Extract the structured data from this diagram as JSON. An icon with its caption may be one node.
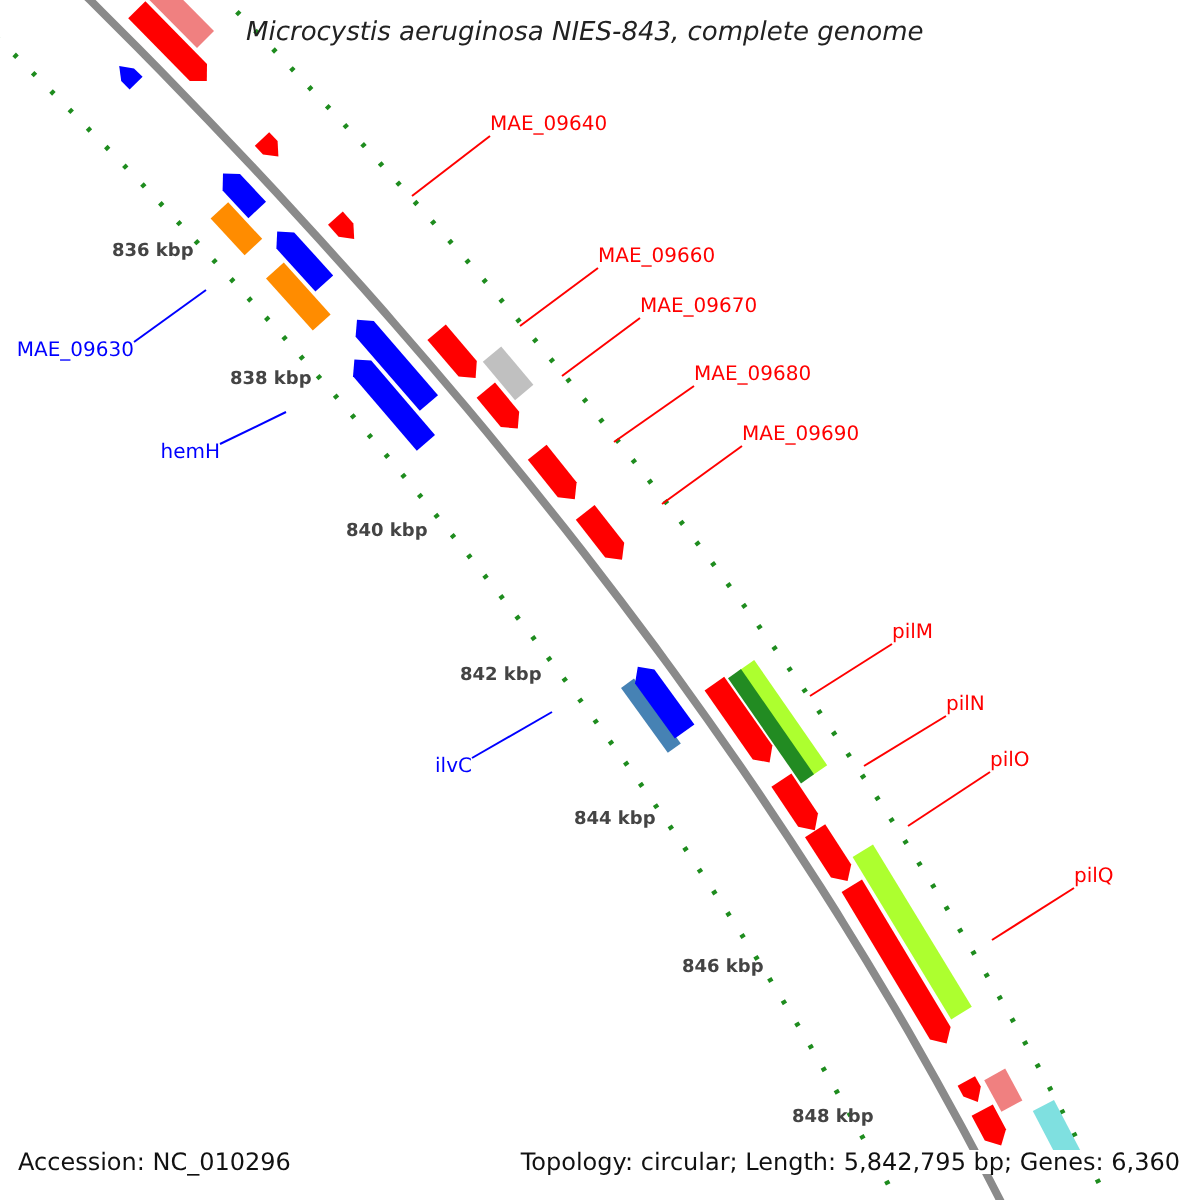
{
  "diagram": {
    "title": "Microcystis aeruginosa NIES-843, complete genome",
    "nodes": [
      {
        "text": [
          "MAE_09640"
        ]
      },
      {
        "text": [
          "MAE_09660"
        ]
      },
      {
        "text": [
          "MAE_09670"
        ]
      },
      {
        "text": [
          "MAE_09630"
        ]
      },
      {
        "text": [
          "MAE_09680"
        ]
      },
      {
        "text": [
          "MAE_09690"
        ]
      },
      {
        "text": [
          "hemH"
        ]
      },
      {
        "text": [
          "pilM"
        ]
      },
      {
        "text": [
          "pilN"
        ]
      },
      {
        "text": [
          "pilO"
        ]
      },
      {
        "text": [
          "ilvC"
        ]
      },
      {
        "text": [
          "pilQ"
        ]
      }
    ],
    "edges": [
      {
        "from": 0,
        "to": null,
        "arrow": "none"
      },
      {
        "from": 1,
        "to": null,
        "arrow": "none"
      },
      {
        "from": 2,
        "to": null,
        "arrow": "none"
      },
      {
        "from": 3,
        "to": null,
        "arrow": "none",
        "color": "#0000ff"
      },
      {
        "from": 4,
        "to": null,
        "arrow": "none"
      },
      {
        "from": 5,
        "to": null,
        "arrow": "none"
      },
      {
        "from": 6,
        "to": null,
        "arrow": "none",
        "color": "#0000ff"
      },
      {
        "from": 7,
        "to": null,
        "arrow": "none"
      },
      {
        "from": 8,
        "to": null,
        "arrow": "none"
      },
      {
        "from": 9,
        "to": null,
        "arrow": "none"
      },
      {
        "from": 10,
        "to": null,
        "arrow": "none",
        "color": "#0000ff"
      },
      {
        "from": 11,
        "to": null,
        "arrow": "none"
      }
    ],
    "labels": [
      "836 kbp",
      "838 kbp",
      "840 kbp",
      "842 kbp",
      "844 kbp",
      "846 kbp",
      "848 kbp",
      "Accession: NC_010296",
      "Topology: circular; Length: 5,842,795 bp; Genes: 6,360"
    ]
  }
}
